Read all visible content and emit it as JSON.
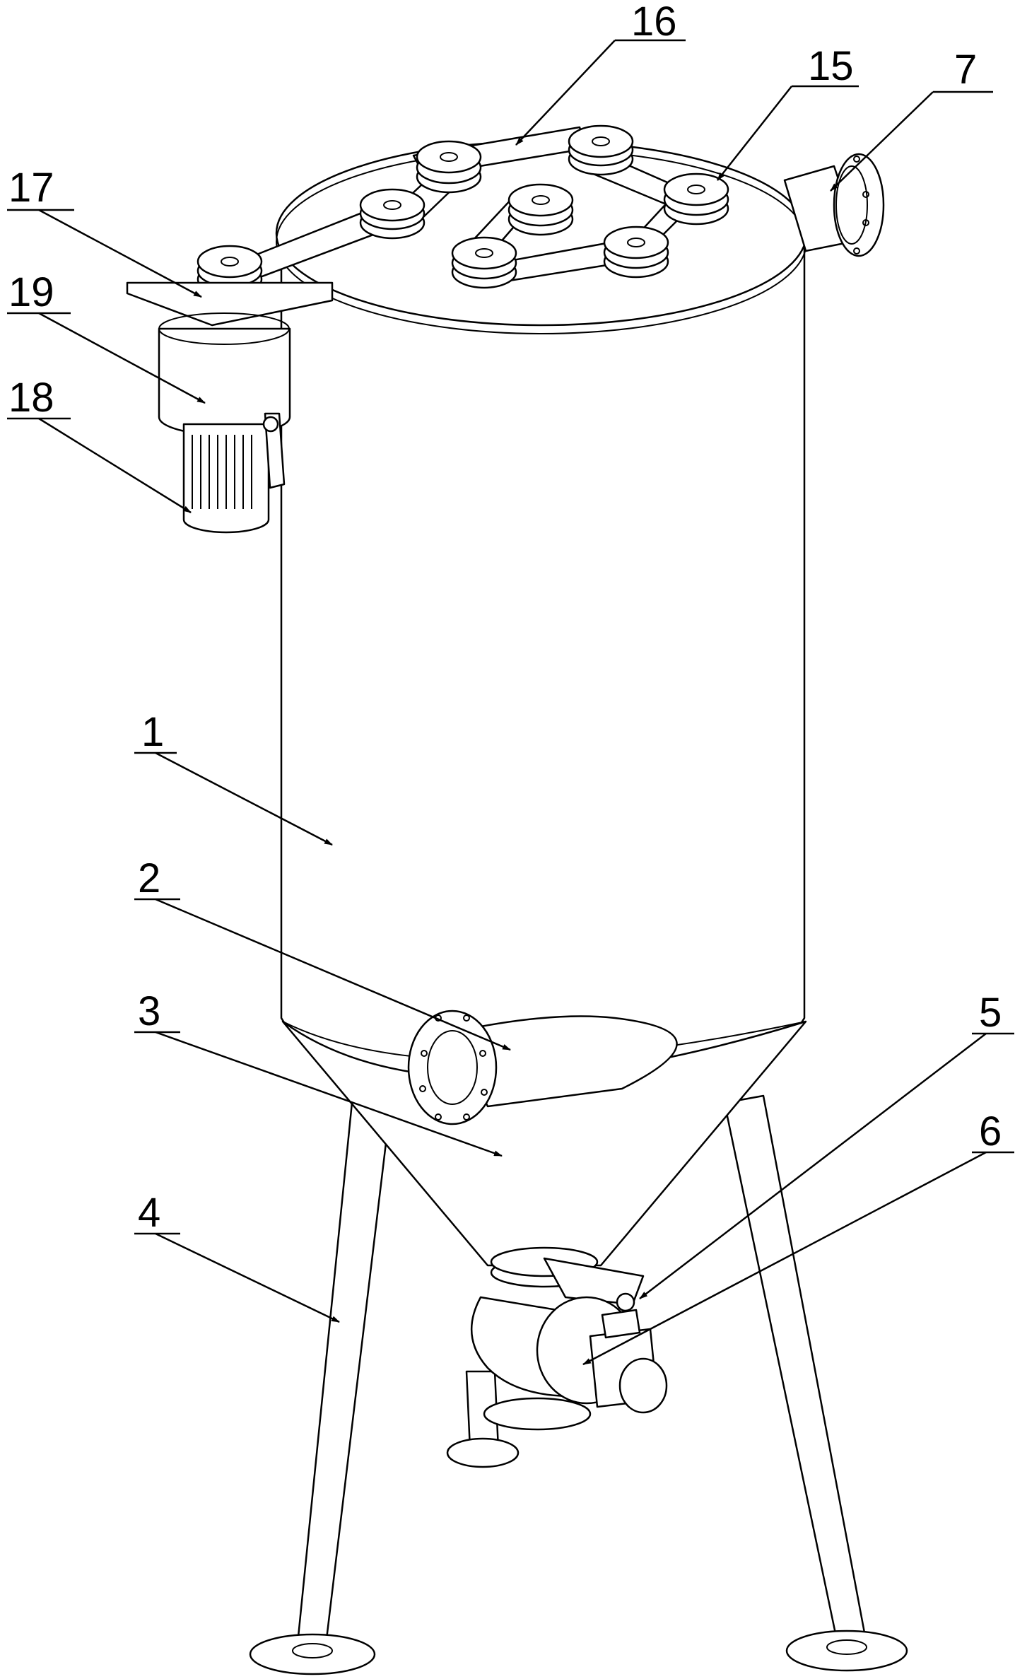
{
  "diagram": {
    "callouts": [
      {
        "id": "c16",
        "label": "16"
      },
      {
        "id": "c15",
        "label": "15"
      },
      {
        "id": "c7",
        "label": "7"
      },
      {
        "id": "c17",
        "label": "17"
      },
      {
        "id": "c19",
        "label": "19"
      },
      {
        "id": "c18",
        "label": "18"
      },
      {
        "id": "c1",
        "label": "1"
      },
      {
        "id": "c2",
        "label": "2"
      },
      {
        "id": "c3",
        "label": "3"
      },
      {
        "id": "c5",
        "label": "5"
      },
      {
        "id": "c6",
        "label": "6"
      },
      {
        "id": "c4",
        "label": "4"
      }
    ]
  }
}
